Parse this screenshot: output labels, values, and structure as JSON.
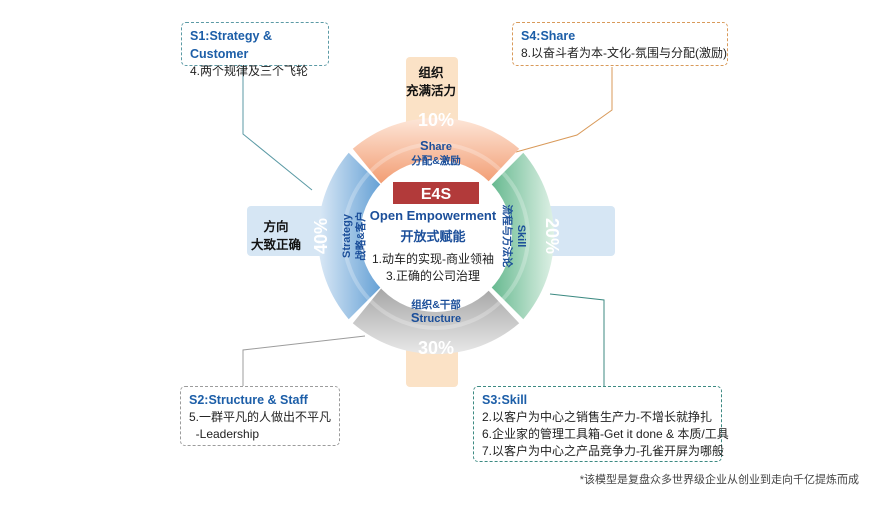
{
  "colors": {
    "share": "#f09a6e",
    "skill": "#73c19a",
    "structure": "#b9b9b9",
    "strategy": "#6aa6d9",
    "band": "#fbe2c6",
    "band_blue": "#d6e6f4",
    "e4s_red": "#b23a3a",
    "title_blue": "#1c5ea8"
  },
  "boxes": {
    "s1": {
      "title": "S1:Strategy & Customer",
      "lines": [
        "4.两个规律及三个飞轮"
      ]
    },
    "s4": {
      "title": "S4:Share",
      "lines": [
        "8.以奋斗者为本-文化-氛围与分配(激励)"
      ]
    },
    "s2": {
      "title": "S2:Structure & Staff",
      "lines": [
        "5.一群平凡的人做出不平凡",
        "  -Leadership"
      ]
    },
    "s3": {
      "title": "S3:Skill",
      "lines": [
        "2.以客户为中心之销售生产力-不增长就挣扎",
        "6.企业家的管理工具箱-Get it done & 本质/工具",
        "7.以客户为中心之产品竞争力-孔雀开屏为哪般"
      ]
    }
  },
  "band_labels": {
    "top_1": "组织",
    "top_2": "充满活力",
    "left_1": "方向",
    "left_2": "大致正确"
  },
  "ring": {
    "share": {
      "pct": "10%",
      "en_initial": "S",
      "en_rest": "hare",
      "cn": "分配&激励"
    },
    "skill": {
      "pct": "20%",
      "en": "Skill",
      "cn": "流程与方法论"
    },
    "structure": {
      "pct": "30%",
      "en_initial": "S",
      "en_rest": "tructure",
      "cn": "组织&干部"
    },
    "strategy": {
      "pct": "40%",
      "en": "Strategy",
      "cn": "战略&客户"
    }
  },
  "center": {
    "badge": "E4S",
    "title_en": "Open Empowerment",
    "title_cn": "开放式赋能",
    "line1": "1.动车的实现-商业领袖",
    "line2": "3.正确的公司治理"
  },
  "footnote": "*该模型是复盘众多世界级企业从创业到走向千亿提炼而成"
}
